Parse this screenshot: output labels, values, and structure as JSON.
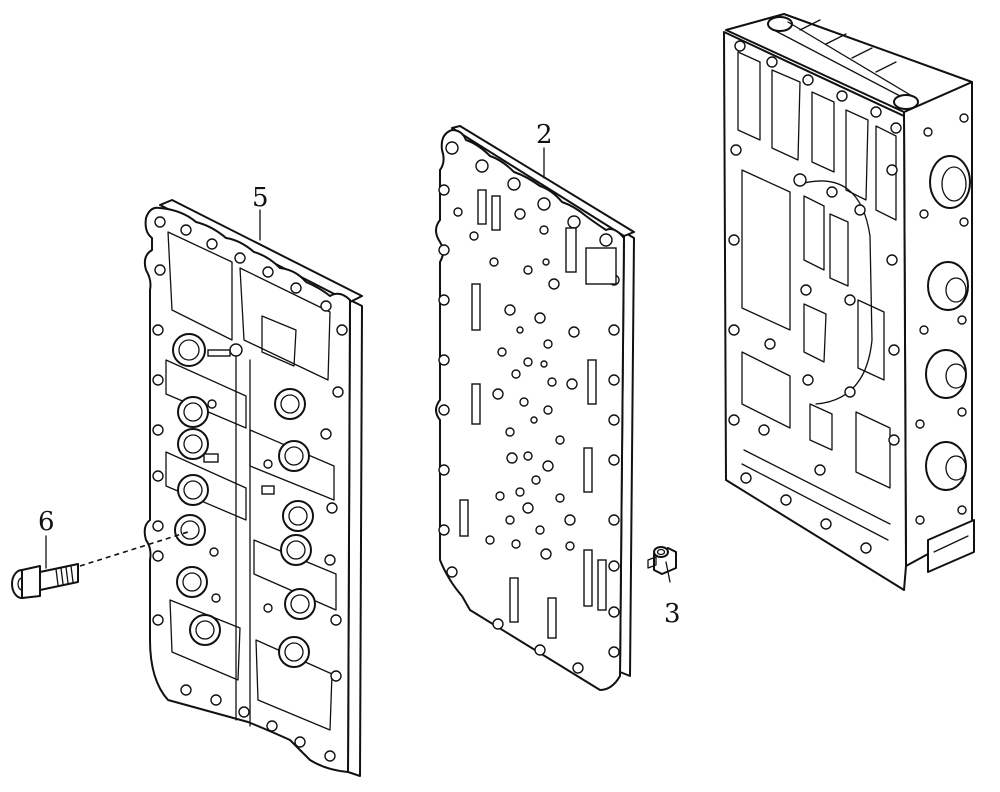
{
  "diagram": {
    "callouts": [
      {
        "id": "part-2",
        "label": "2"
      },
      {
        "id": "part-3",
        "label": "3"
      },
      {
        "id": "part-5",
        "label": "5"
      },
      {
        "id": "part-6",
        "label": "6"
      }
    ]
  },
  "colors": {
    "ink": "#111111",
    "paper": "#ffffff"
  }
}
